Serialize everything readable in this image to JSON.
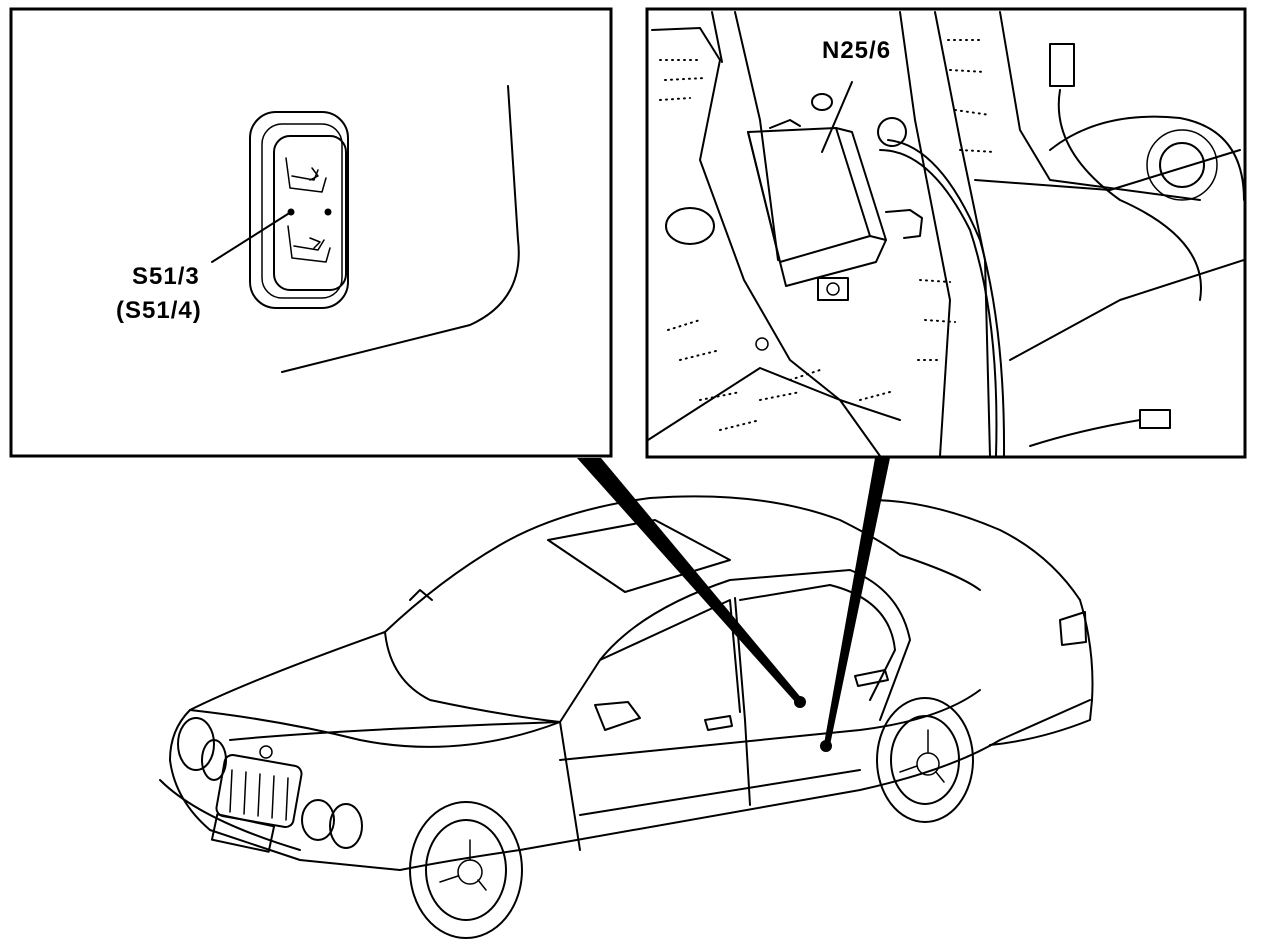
{
  "callouts": {
    "left_label_primary": "S51/3",
    "left_label_alternate": "(S51/4)",
    "right_label": "N25/6"
  },
  "colors": {
    "line": "#000000",
    "background": "#ffffff"
  }
}
